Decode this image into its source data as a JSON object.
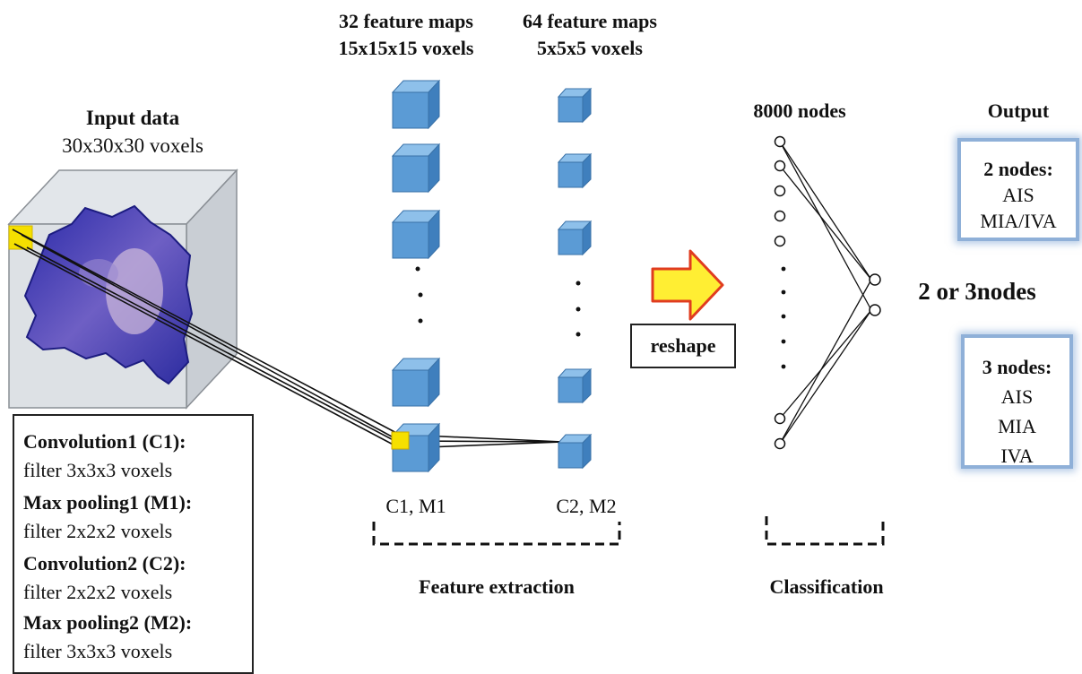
{
  "input": {
    "title": "Input data",
    "subtitle": "30x30x30 voxels"
  },
  "layer1": {
    "line1": "32 feature maps",
    "line2": "15x15x15 voxels",
    "caption": "C1, M1"
  },
  "layer2": {
    "line1": "64 feature maps",
    "line2": "5x5x5 voxels",
    "caption": "C2, M2"
  },
  "reshape_label": "reshape",
  "fc": {
    "title": "8000 nodes",
    "hidden_label": "2 or 3nodes"
  },
  "output": {
    "title": "Output",
    "two": {
      "title": "2 nodes:",
      "items": [
        "AIS",
        "MIA/IVA"
      ]
    },
    "three": {
      "title": "3 nodes:",
      "items": [
        "AIS",
        "MIA",
        "IVA"
      ]
    }
  },
  "sections": {
    "feature_extraction": "Feature extraction",
    "classification": "Classification"
  },
  "legend": [
    {
      "title": "Convolution1  (C1):",
      "desc": "filter 3x3x3 voxels"
    },
    {
      "title": "Max pooling1 (M1):",
      "desc": "filter 2x2x2 voxels"
    },
    {
      "title": "Convolution2  (C2):",
      "desc": "filter 2x2x2 voxels"
    },
    {
      "title": "Max pooling2 (M2):",
      "desc": "filter 3x3x3 voxels"
    }
  ],
  "colors": {
    "cube": "#5b9bd5",
    "highlight": "#f5e000",
    "arrow_fill": "#ffee33",
    "arrow_stroke": "#e03c1f",
    "output_border": "#8fb0d8"
  }
}
